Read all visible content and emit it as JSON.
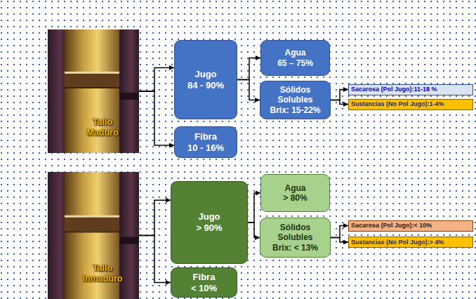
{
  "diagram": {
    "nodes": [
      {
        "text": [
          "Tallo Maduro"
        ]
      },
      {
        "text": [
          "Jugo",
          "84 - 90%"
        ]
      },
      {
        "text": [
          "Agua",
          "65 – 75%"
        ]
      },
      {
        "text": [
          "Sólidos Solubles",
          "Brix: 15-22%"
        ]
      },
      {
        "text": [
          "Fibra",
          "10 - 16%"
        ]
      },
      {
        "text": [
          "Sacarosa (Pol Jugo):11-18 %"
        ]
      },
      {
        "text": [
          "Sustancias (No Pol Jugo):1-4%"
        ]
      },
      {
        "text": [
          "Tallo Inmaduro"
        ]
      },
      {
        "text": [
          "Jugo",
          "> 90%"
        ]
      },
      {
        "text": [
          "Agua",
          "> 80%"
        ]
      },
      {
        "text": [
          "Sólidos Solubles",
          "Brix: < 13%"
        ]
      },
      {
        "text": [
          "Fibra",
          "< 10%"
        ]
      },
      {
        "text": [
          "Sacarosa (Pol Jugo):< 10%"
        ]
      },
      {
        "text": [
          "Sustancias (No Pol Jugo):> 4%"
        ]
      }
    ],
    "edges": [
      {
        "from": 0,
        "to": 1,
        "arrow": "to"
      },
      {
        "from": 0,
        "to": 4,
        "arrow": "to"
      },
      {
        "from": 1,
        "to": 2,
        "arrow": "to"
      },
      {
        "from": 1,
        "to": 3,
        "arrow": "to"
      },
      {
        "from": 3,
        "to": 5,
        "arrow": "to"
      },
      {
        "from": 3,
        "to": 6,
        "arrow": "to"
      },
      {
        "from": 7,
        "to": 8,
        "arrow": "to"
      },
      {
        "from": 7,
        "to": 11,
        "arrow": "to"
      },
      {
        "from": 8,
        "to": 9,
        "arrow": "to"
      },
      {
        "from": 8,
        "to": 10,
        "arrow": "to"
      },
      {
        "from": 10,
        "to": 12,
        "arrow": "to"
      },
      {
        "from": 10,
        "to": 13,
        "arrow": "to"
      }
    ]
  }
}
